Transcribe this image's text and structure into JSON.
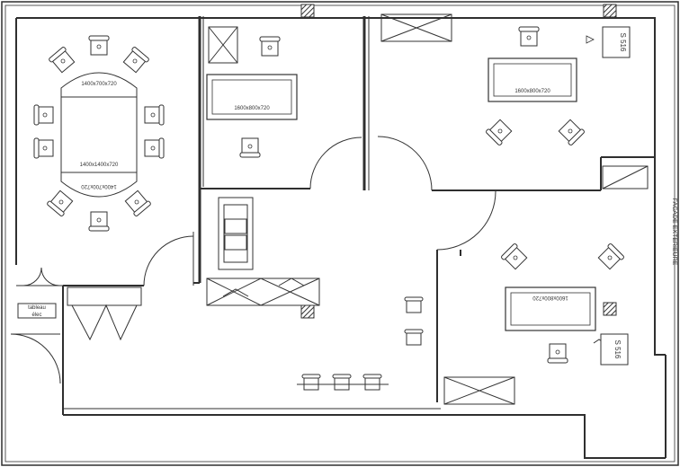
{
  "labels": {
    "meeting_oval_top": "1400x700x720",
    "meeting_table_center": "1400x1400x720",
    "meeting_oval_bottom": "1400x700x720",
    "desk_upper_mid": "1600x800x720",
    "desk_upper_right": "1600x800x720",
    "desk_lower_right": "1600x800x720",
    "size_tag_upper": "S 516",
    "size_tag_lower": "S 516",
    "facade": "FACADE EXTERIEURE",
    "panel_line1": "tableau",
    "panel_line2": "élec"
  },
  "colors": {
    "wall": "#2f2f2f",
    "line": "#444444",
    "hatch": "#4a4a4a"
  }
}
